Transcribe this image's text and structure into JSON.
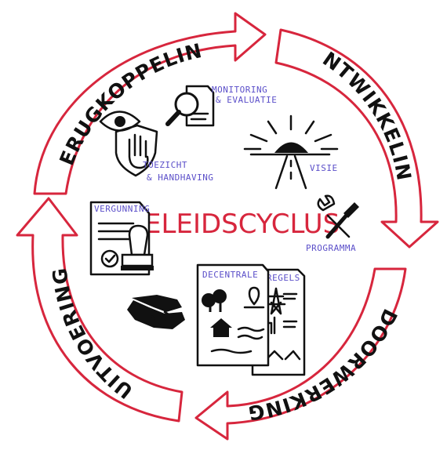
{
  "title": "BELEIDSCYCLUS",
  "phases": [
    {
      "id": "terugkoppeling",
      "label": "TERUGKOPPELING"
    },
    {
      "id": "ontwikkeling",
      "label": "ONTWIKKELING"
    },
    {
      "id": "doorwerking",
      "label": "DOORWERKING"
    },
    {
      "id": "uitvoering",
      "label": "UITVOERING"
    }
  ],
  "labels": {
    "monitoring": "MONITORING",
    "evaluatie": "& EVALUATIE",
    "toezicht": "TOEZICHT",
    "handhaving": "& HANDHAVING",
    "visie": "VISIE",
    "programma": "PROGRAMMA",
    "vergunning": "VERGUNNING",
    "decentrale": "DECENTRALE",
    "regels": "REGELS"
  },
  "icons": {
    "monitoring": "magnifier-document-icon",
    "toezicht": "eye-shield-hand-icon",
    "visie": "sunrise-road-icon",
    "programma": "tools-icon",
    "vergunning": "permit-stamp-icon",
    "uitvoering": "handshake-icon",
    "decentrale": "map-document-icon",
    "regels": "rules-document-icon"
  },
  "colors": {
    "accent": "#d7263d",
    "label": "#5b4fc9",
    "ink": "#111111"
  }
}
